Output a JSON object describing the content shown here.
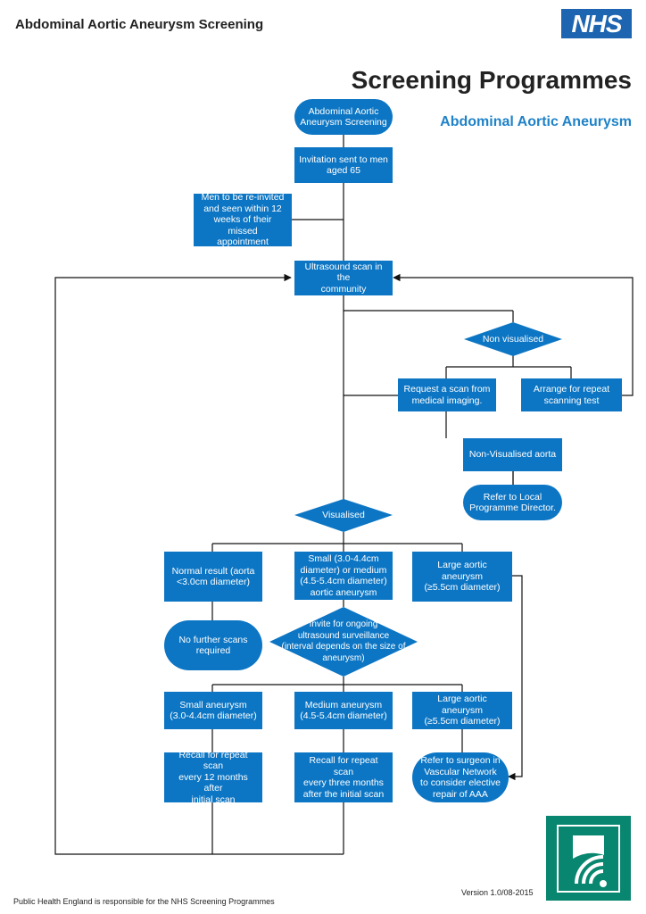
{
  "header": {
    "title": "Abdominal Aortic Aneurysm Screening",
    "logo_text": "NHS"
  },
  "programme": {
    "title": "Screening Programmes",
    "subtitle": "Abdominal Aortic Aneurysm"
  },
  "nodes": {
    "start": "Abdominal Aortic\nAneurysm Screening",
    "invitation": "Invitation sent to men\naged 65",
    "reinvite": "Men to be re-invited\nand seen within 12\nweeks of their missed\nappointment",
    "ultrasound": "Ultrasound scan in the\ncommunity",
    "non_visualised": "Non visualised",
    "request_scan": "Request a scan from\nmedical imaging.",
    "arrange_repeat": "Arrange for repeat\nscanning test",
    "non_visualised_aorta": "Non-Visualised aorta",
    "refer_director": "Refer to Local\nProgramme Director.",
    "visualised": "Visualised",
    "normal_result": "Normal result (aorta\n<3.0cm diameter)",
    "small_medium": "Small (3.0-4.4cm\ndiameter) or medium\n(4.5-5.4cm diameter)\naortic aneurysm",
    "large_top": "Large aortic aneurysm\n(≥5.5cm diameter)",
    "no_further": "No further scans\nrequired",
    "surveillance": "Invite for ongoing\nultrasound surveillance\n(interval depends on the size of\naneurysm)",
    "small_aneurysm": "Small aneurysm\n(3.0-4.4cm diameter)",
    "medium_aneurysm": "Medium aneurysm\n(4.5-5.4cm diameter)",
    "large_bottom": "Large aortic aneurysm\n(≥5.5cm diameter)",
    "recall_12": "Recall for repeat scan\nevery 12 months after\ninitial scan",
    "recall_3": "Recall for repeat scan\nevery three months\nafter the initial scan",
    "refer_surgeon": "Refer to surgeon in\nVascular Network\nto consider elective\nrepair of AAA"
  },
  "footer": {
    "responsibility": "Public Health England is responsible for the NHS Screening Programmes",
    "version": "Version 1.0/08-2015"
  },
  "colors": {
    "box_blue": "#0d76c4",
    "nhs_blue": "#1d65b0",
    "subtitle_blue": "#1f82c7",
    "phe_green": "#08866f"
  }
}
